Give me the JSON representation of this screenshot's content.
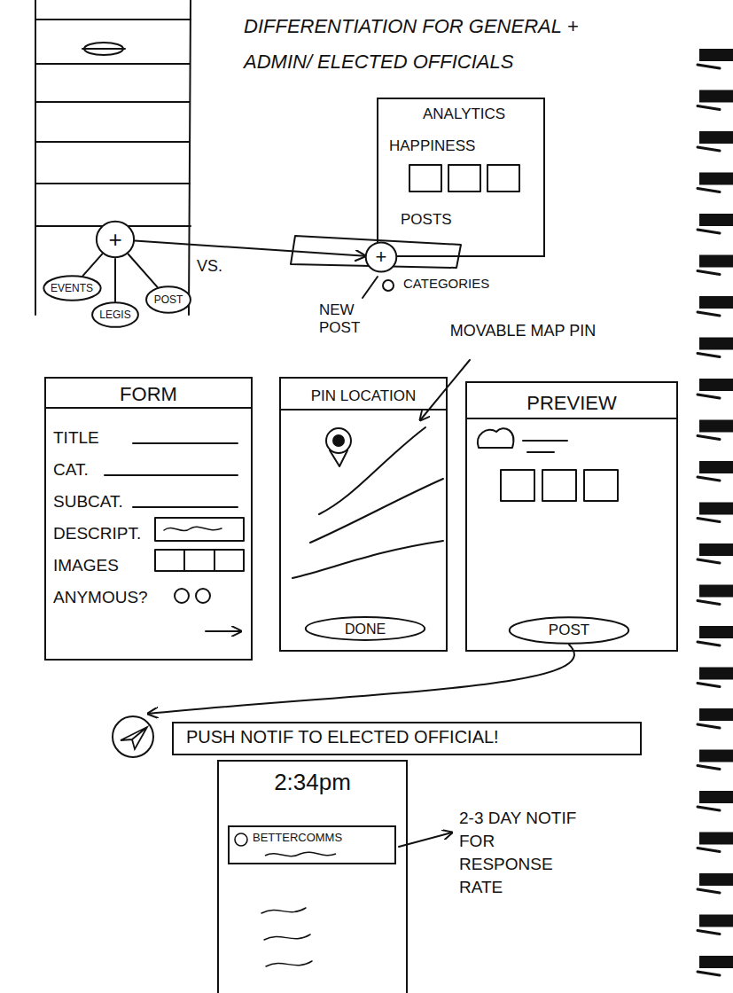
{
  "diagram": {
    "title": "DIFFERENTIATION FOR GENERAL + ADMIN/ ELECTED OFFICIALS",
    "nodes": [
      {
        "text": [
          "+"
        ]
      },
      {
        "text": [
          "EVENTS"
        ]
      },
      {
        "text": [
          "LEGIS"
        ]
      },
      {
        "text": [
          "POST"
        ]
      },
      {
        "text": [
          "ANALYTICS",
          "HAPPINESS",
          "POSTS"
        ]
      },
      {
        "text": [
          "+"
        ]
      },
      {
        "text": [
          "FORM",
          "TITLE",
          "CAT.",
          "SUBCAT.",
          "DESCRIPT.",
          "IMAGES",
          "ANYMOUS?"
        ]
      },
      {
        "text": [
          "PIN LOCATION"
        ]
      },
      {
        "text": [
          "DONE"
        ],
        "in": 7
      },
      {
        "text": [
          "PREVIEW"
        ]
      },
      {
        "text": [
          "POST"
        ],
        "in": 9
      },
      {
        "text": [
          "PUSH NOTIF TO ELECTED OFFICIAL!"
        ]
      },
      {
        "text": [
          "2:34pm"
        ]
      },
      {
        "text": [
          "BETTERCOMMS"
        ],
        "in": 12
      }
    ],
    "edges": [
      {
        "from": 0,
        "to": 1,
        "arrow": "none"
      },
      {
        "from": 0,
        "to": 2,
        "arrow": "none"
      },
      {
        "from": 0,
        "to": 3,
        "arrow": "none"
      },
      {
        "from": 0,
        "to": 5,
        "label": "VS.",
        "arrow": "to"
      },
      {
        "from": 10,
        "to": 11,
        "arrow": "to"
      }
    ],
    "labels": [
      "MOVABLE MAP PIN",
      "CATEGORIES",
      "NEW POST",
      "2-3 DAY NOTIF FOR RESPONSE RATE"
    ]
  }
}
